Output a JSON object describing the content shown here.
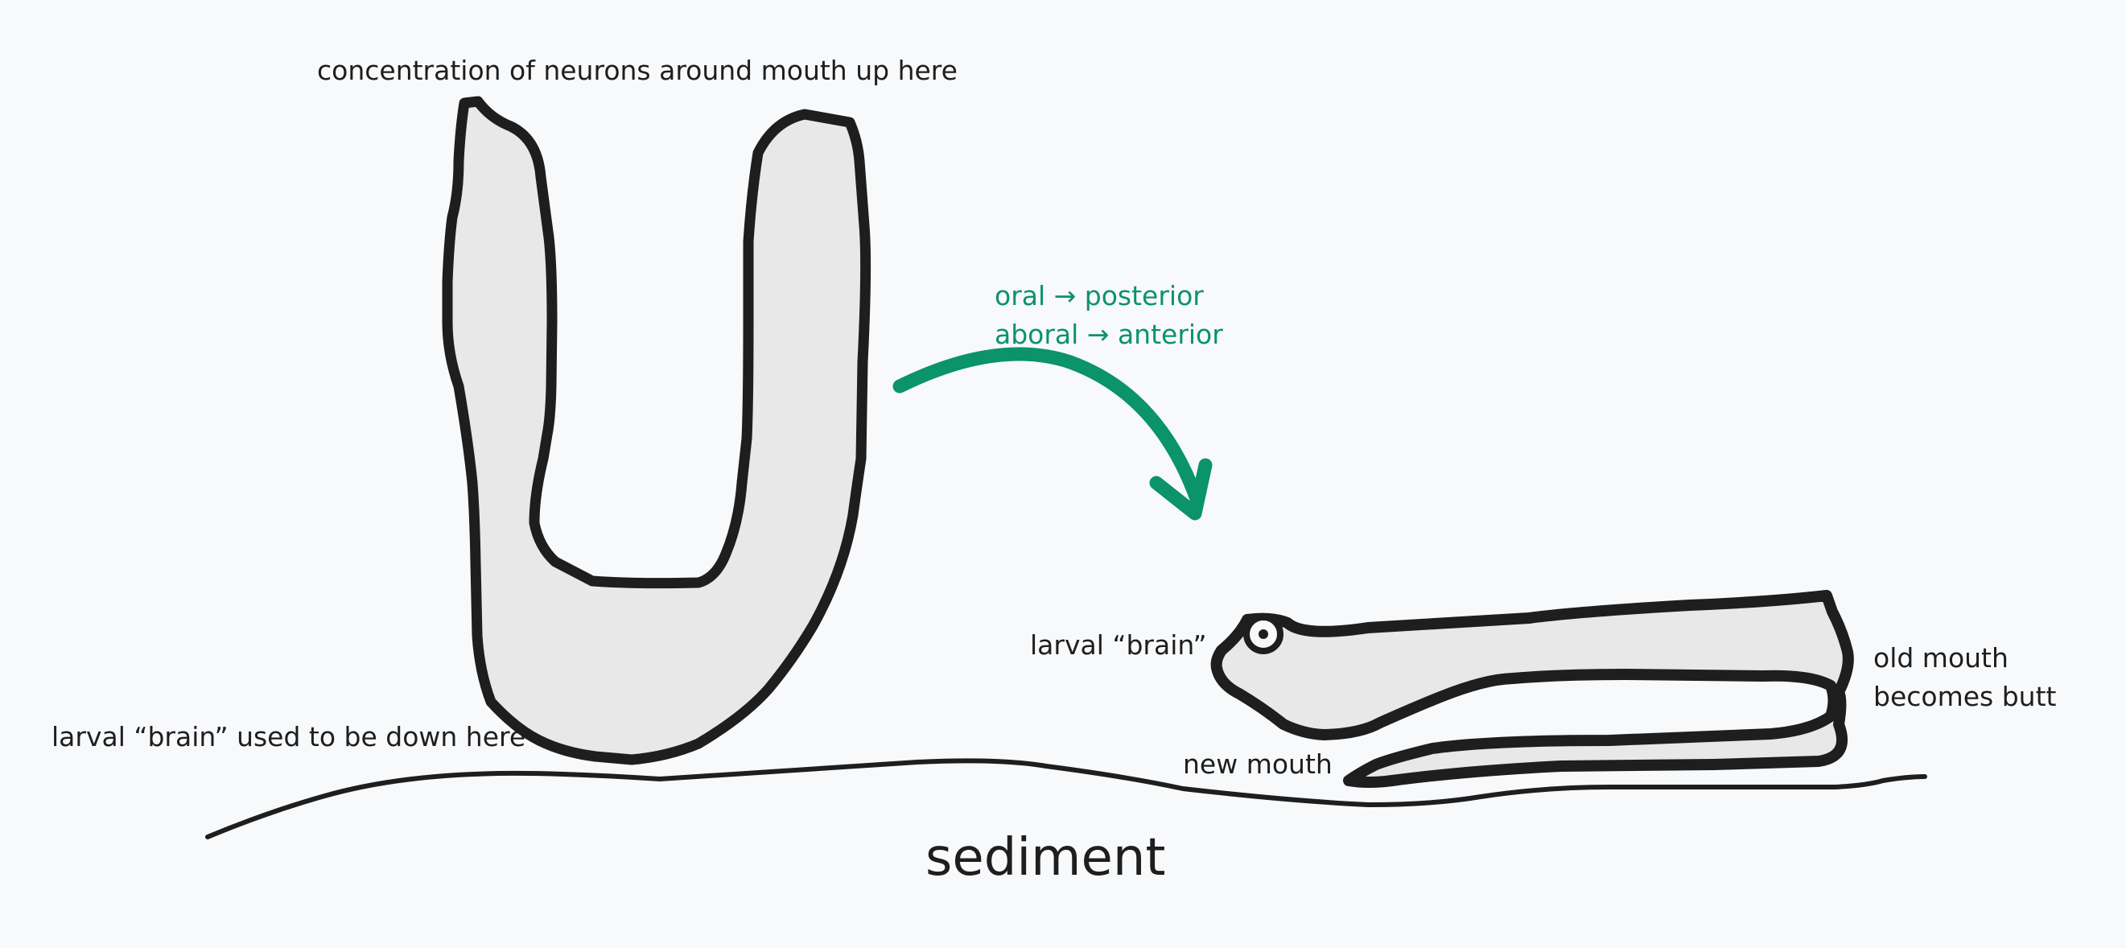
{
  "labels": {
    "top_note": "concentration of neurons around mouth up here",
    "bottom_note": "larval “brain” used to be down here",
    "arrow_line1": "oral → posterior",
    "arrow_line2": "aboral → anterior",
    "larval_brain": "larval “brain”",
    "new_mouth": "new mouth",
    "old_mouth_line1": "old mouth",
    "old_mouth_line2": "becomes butt",
    "sediment": "sediment"
  },
  "colors": {
    "stroke": "#1e1e1e",
    "fill": "#e8e8e8",
    "accent": "#0b936a",
    "background": "#f8f9fb"
  }
}
